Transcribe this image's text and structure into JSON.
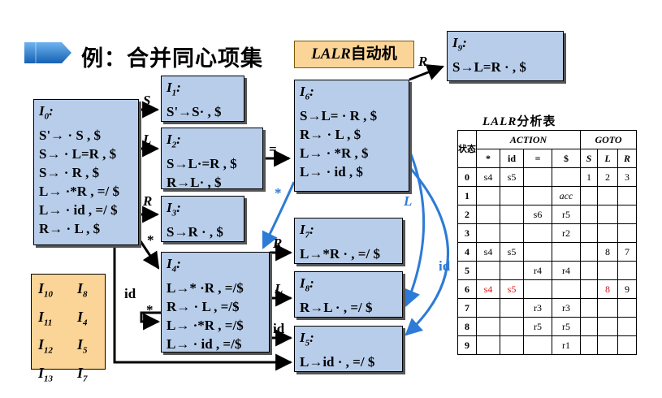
{
  "title": "例：合并同心项集",
  "tag": {
    "italic": "LALR",
    "rest": "自动机"
  },
  "states": {
    "I0": {
      "name": "I0:",
      "items": [
        "S'→ · S , $",
        "S→ · L=R , $",
        "S→ · R , $",
        "L→ ·*R , =/ $",
        "L→ · id , =/ $",
        "R→ · L , $"
      ]
    },
    "I1": {
      "name": "I1:",
      "items": [
        "S'→S· , $"
      ]
    },
    "I2": {
      "name": "I2:",
      "items": [
        "S→L·=R , $",
        "R→L· , $"
      ]
    },
    "I3": {
      "name": "I3:",
      "items": [
        "S→R · , $"
      ]
    },
    "I4": {
      "name": "I4:",
      "items": [
        "L→* ·R , =/$",
        "R→ · L , =/$",
        "L→ ·*R , =/$",
        "L→ · id , =/$"
      ]
    },
    "I5": {
      "name": "I5:",
      "items": [
        "L→id · , =/ $"
      ]
    },
    "I6": {
      "name": "I6:",
      "items": [
        "S→L= · R , $",
        "R→ · L , $",
        "L→ · *R , $",
        "L→ · id , $"
      ]
    },
    "I7": {
      "name": "I7:",
      "items": [
        "L→*R · , =/ $"
      ]
    },
    "I8": {
      "name": "I8:",
      "items": [
        "R→L · , =/ $"
      ]
    },
    "I9": {
      "name": "I9:",
      "items": [
        "S→L=R · , $"
      ]
    }
  },
  "edge_labels": {
    "S": "S",
    "L": "L",
    "R": "R",
    "star": "*",
    "eq": "=",
    "R_to_I9": "R",
    "R_to_I7": "R",
    "L_to_I8": "L",
    "id_to_I5": "id",
    "id_loop": "id",
    "star_loop": "*",
    "blue_star": "*",
    "blue_L": "L",
    "blue_id": "id"
  },
  "mapping": [
    {
      "from": "I10",
      "to": "I8"
    },
    {
      "from": "I11",
      "to": "I4"
    },
    {
      "from": "I12",
      "to": "I5"
    },
    {
      "from": "I13",
      "to": "I7"
    }
  ],
  "table": {
    "title_italic": "LALR",
    "title_rest": "分析表",
    "state_header": "状态",
    "action_header": "ACTION",
    "goto_header": "GOTO",
    "columns": [
      "*",
      "id",
      "=",
      "$",
      "S",
      "L",
      "R"
    ],
    "rows": [
      {
        "state": "0",
        "cells": [
          "s4",
          "s5",
          "",
          "",
          "1",
          "2",
          "3"
        ]
      },
      {
        "state": "1",
        "cells": [
          "",
          "",
          "",
          "acc",
          "",
          "",
          ""
        ]
      },
      {
        "state": "2",
        "cells": [
          "",
          "",
          "s6",
          "r5",
          "",
          "",
          ""
        ]
      },
      {
        "state": "3",
        "cells": [
          "",
          "",
          "",
          "r2",
          "",
          "",
          ""
        ]
      },
      {
        "state": "4",
        "cells": [
          "s4",
          "s5",
          "",
          "",
          "",
          "8",
          "7"
        ]
      },
      {
        "state": "5",
        "cells": [
          "",
          "",
          "r4",
          "r4",
          "",
          "",
          ""
        ]
      },
      {
        "state": "6",
        "cells": [
          "s4",
          "s5",
          "",
          "",
          "",
          "8",
          "9"
        ]
      },
      {
        "state": "7",
        "cells": [
          "",
          "",
          "r3",
          "r3",
          "",
          "",
          ""
        ]
      },
      {
        "state": "8",
        "cells": [
          "",
          "",
          "r5",
          "r5",
          "",
          "",
          ""
        ]
      },
      {
        "state": "9",
        "cells": [
          "",
          "",
          "",
          "r1",
          "",
          "",
          ""
        ]
      }
    ],
    "highlight_red": [
      [
        6,
        0
      ],
      [
        6,
        1
      ],
      [
        6,
        5
      ]
    ]
  },
  "colors": {
    "box_fill": "#b7cdea",
    "tag_fill": "#fbd597",
    "arrow_blue": "#2d7bd6",
    "highlight": "#e01010",
    "title_bar": "#1f7fd1"
  }
}
